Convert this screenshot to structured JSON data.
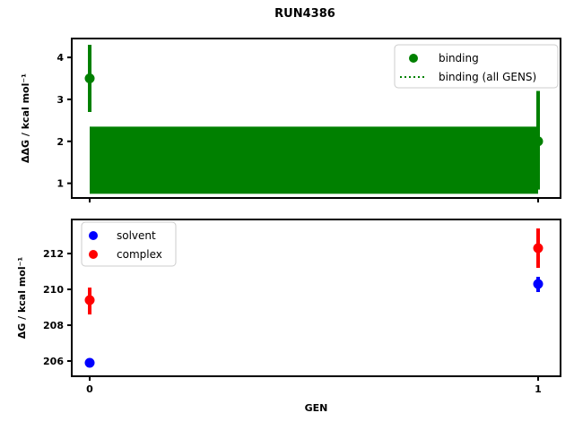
{
  "title": "RUN4386",
  "colors": {
    "binding": "#008000",
    "solvent": "#0000ff",
    "complex": "#ff0000",
    "spine": "#000000",
    "legend_border": "#cccccc",
    "background": "#ffffff"
  },
  "chart_data": [
    {
      "type": "scatter",
      "title": "",
      "xlabel": "",
      "ylabel": "ΔΔG / kcal mol⁻¹",
      "x": [
        0,
        1
      ],
      "xlim": [
        -0.04,
        1.05
      ],
      "ylim": [
        0.65,
        4.45
      ],
      "yticks": [
        1,
        2,
        3,
        4
      ],
      "xticks": [
        0,
        1
      ],
      "xtick_labels_shown": false,
      "grid": false,
      "series": [
        {
          "name": "binding",
          "color": "#008000",
          "marker": "circle",
          "y": [
            3.5,
            2.0
          ],
          "yerr_low": [
            2.7,
            0.85
          ],
          "yerr_high": [
            4.3,
            3.2
          ]
        }
      ],
      "band": {
        "name": "binding (all GENS)",
        "color": "#008000",
        "x_range": [
          0,
          1
        ],
        "y_low": 0.75,
        "y_high": 2.35,
        "note": "dotted mean line hidden inside solid fill"
      },
      "legend": {
        "position": "upper right",
        "items": [
          {
            "label": "binding",
            "glyph": "dot",
            "color": "#008000"
          },
          {
            "label": "binding (all GENS)",
            "glyph": "dotted-line",
            "color": "#008000"
          }
        ]
      }
    },
    {
      "type": "scatter",
      "title": "",
      "xlabel": "GEN",
      "ylabel": "ΔG / kcal mol⁻¹",
      "x": [
        0,
        1
      ],
      "xlim": [
        -0.04,
        1.05
      ],
      "ylim": [
        205.15,
        213.9
      ],
      "yticks": [
        206,
        208,
        210,
        212
      ],
      "xticks": [
        0,
        1
      ],
      "xtick_labels": [
        "0",
        "1"
      ],
      "xtick_labels_shown": true,
      "grid": false,
      "series": [
        {
          "name": "solvent",
          "color": "#0000ff",
          "marker": "circle",
          "y": [
            205.9,
            210.3
          ],
          "yerr_low": [
            205.75,
            209.85
          ],
          "yerr_high": [
            206.05,
            210.7
          ]
        },
        {
          "name": "complex",
          "color": "#ff0000",
          "marker": "circle",
          "y": [
            209.4,
            212.3
          ],
          "yerr_low": [
            208.6,
            211.2
          ],
          "yerr_high": [
            210.1,
            213.4
          ]
        }
      ],
      "legend": {
        "position": "upper left",
        "items": [
          {
            "label": "solvent",
            "glyph": "dot",
            "color": "#0000ff"
          },
          {
            "label": "complex",
            "glyph": "dot",
            "color": "#ff0000"
          }
        ]
      }
    }
  ]
}
